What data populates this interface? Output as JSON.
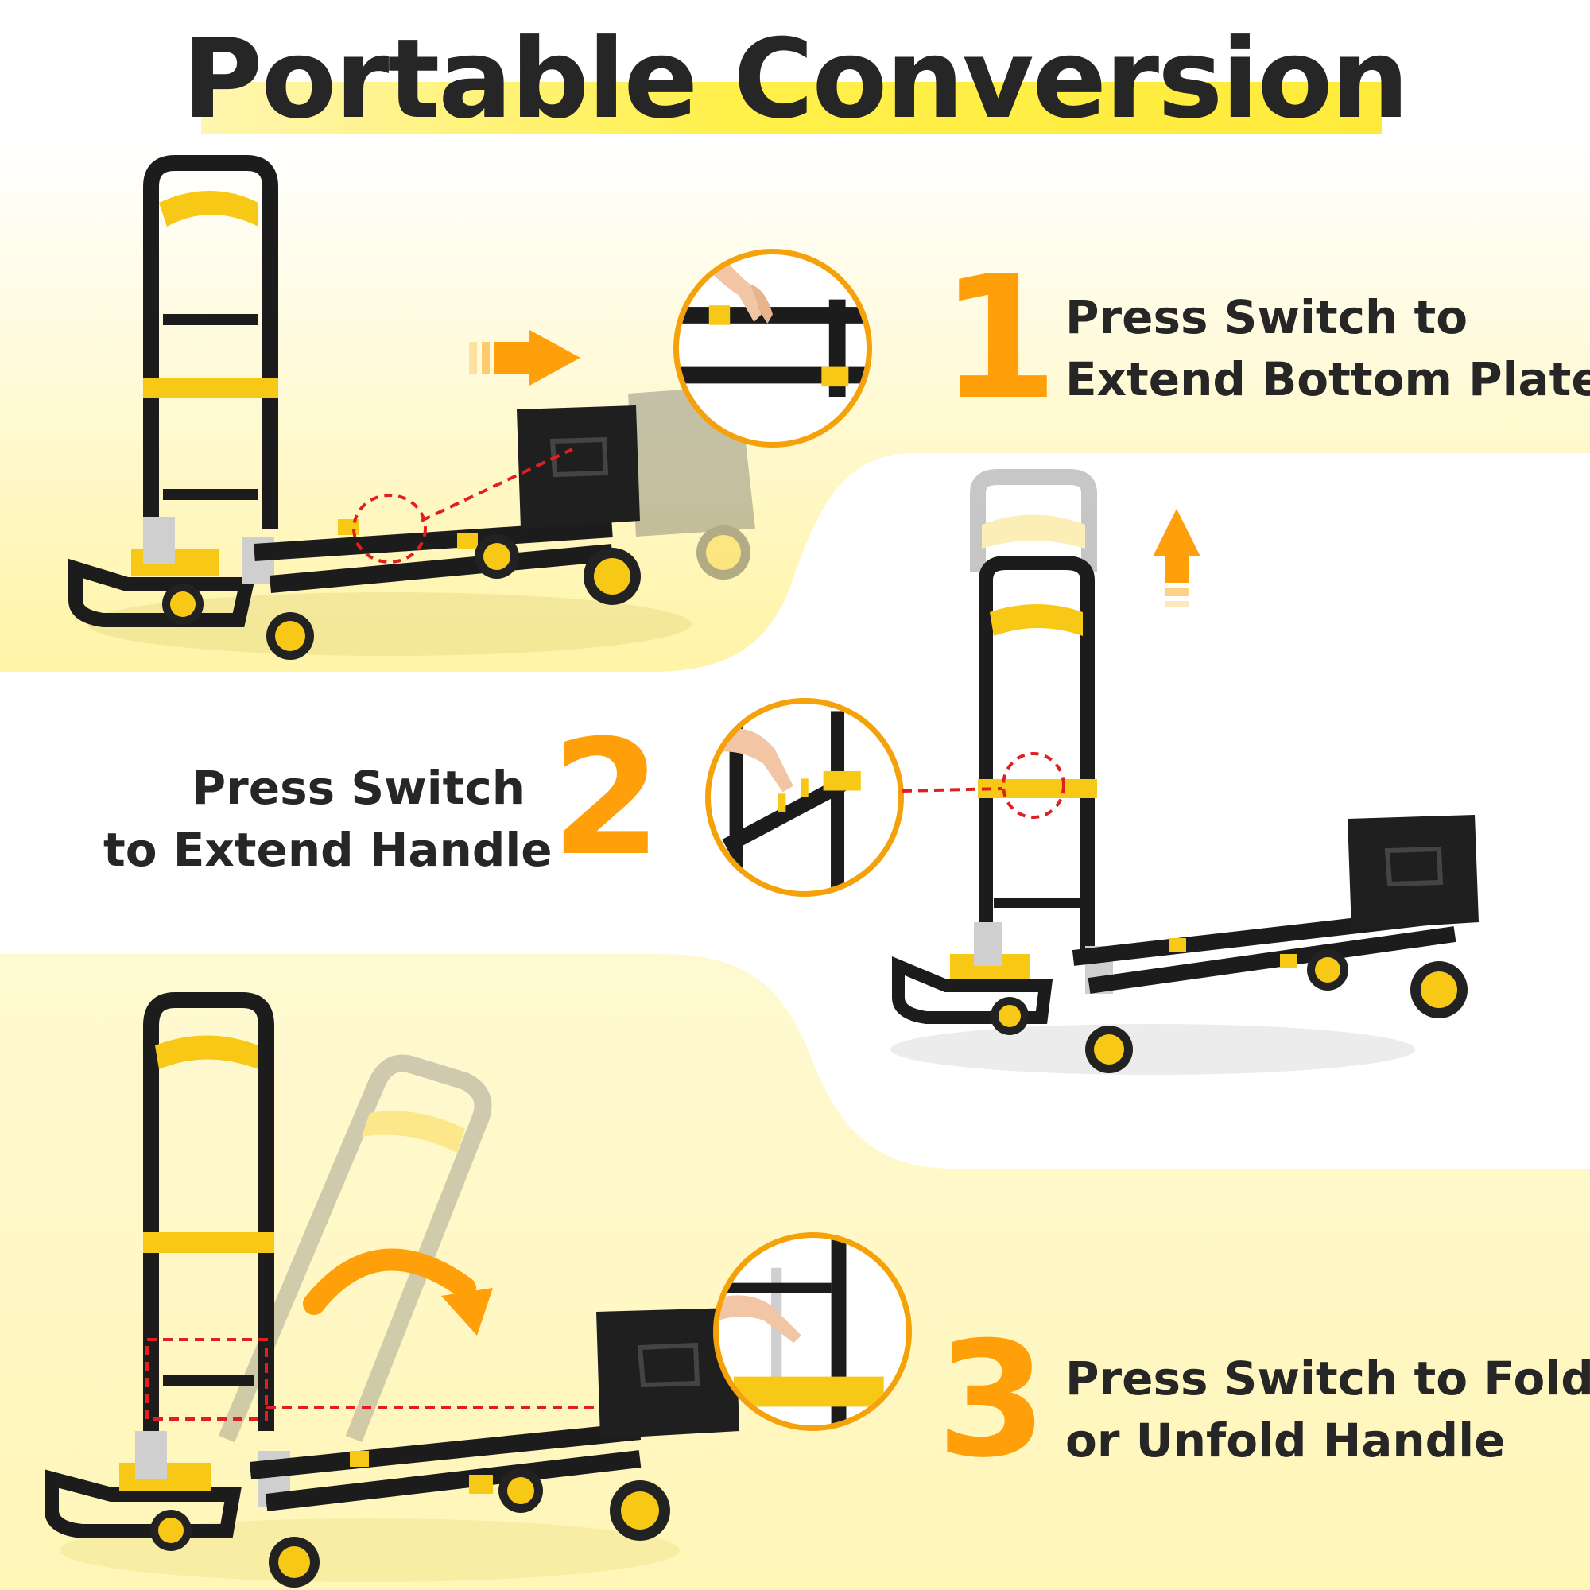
{
  "title": "Portable Conversion",
  "colors": {
    "accent_orange": "#ff9f0a",
    "cart_yellow": "#f7c815",
    "frame_black": "#1c1c1c",
    "text_dark": "#262626",
    "glow_yellow": "#fff6a8",
    "dashed_red": "#e02020"
  },
  "steps": [
    {
      "number": "1",
      "lines": [
        "Press Switch to",
        "Extend Bottom Plate"
      ]
    },
    {
      "number": "2",
      "lines": [
        "Press Switch",
        "to Extend Handle"
      ]
    },
    {
      "number": "3",
      "lines": [
        "Press Switch to Fold",
        "or Unfold Handle"
      ]
    }
  ],
  "icons": {
    "arrow_right": "arrow-right-icon",
    "arrow_up": "arrow-up-icon",
    "arrow_curved": "curved-arrow-icon"
  }
}
